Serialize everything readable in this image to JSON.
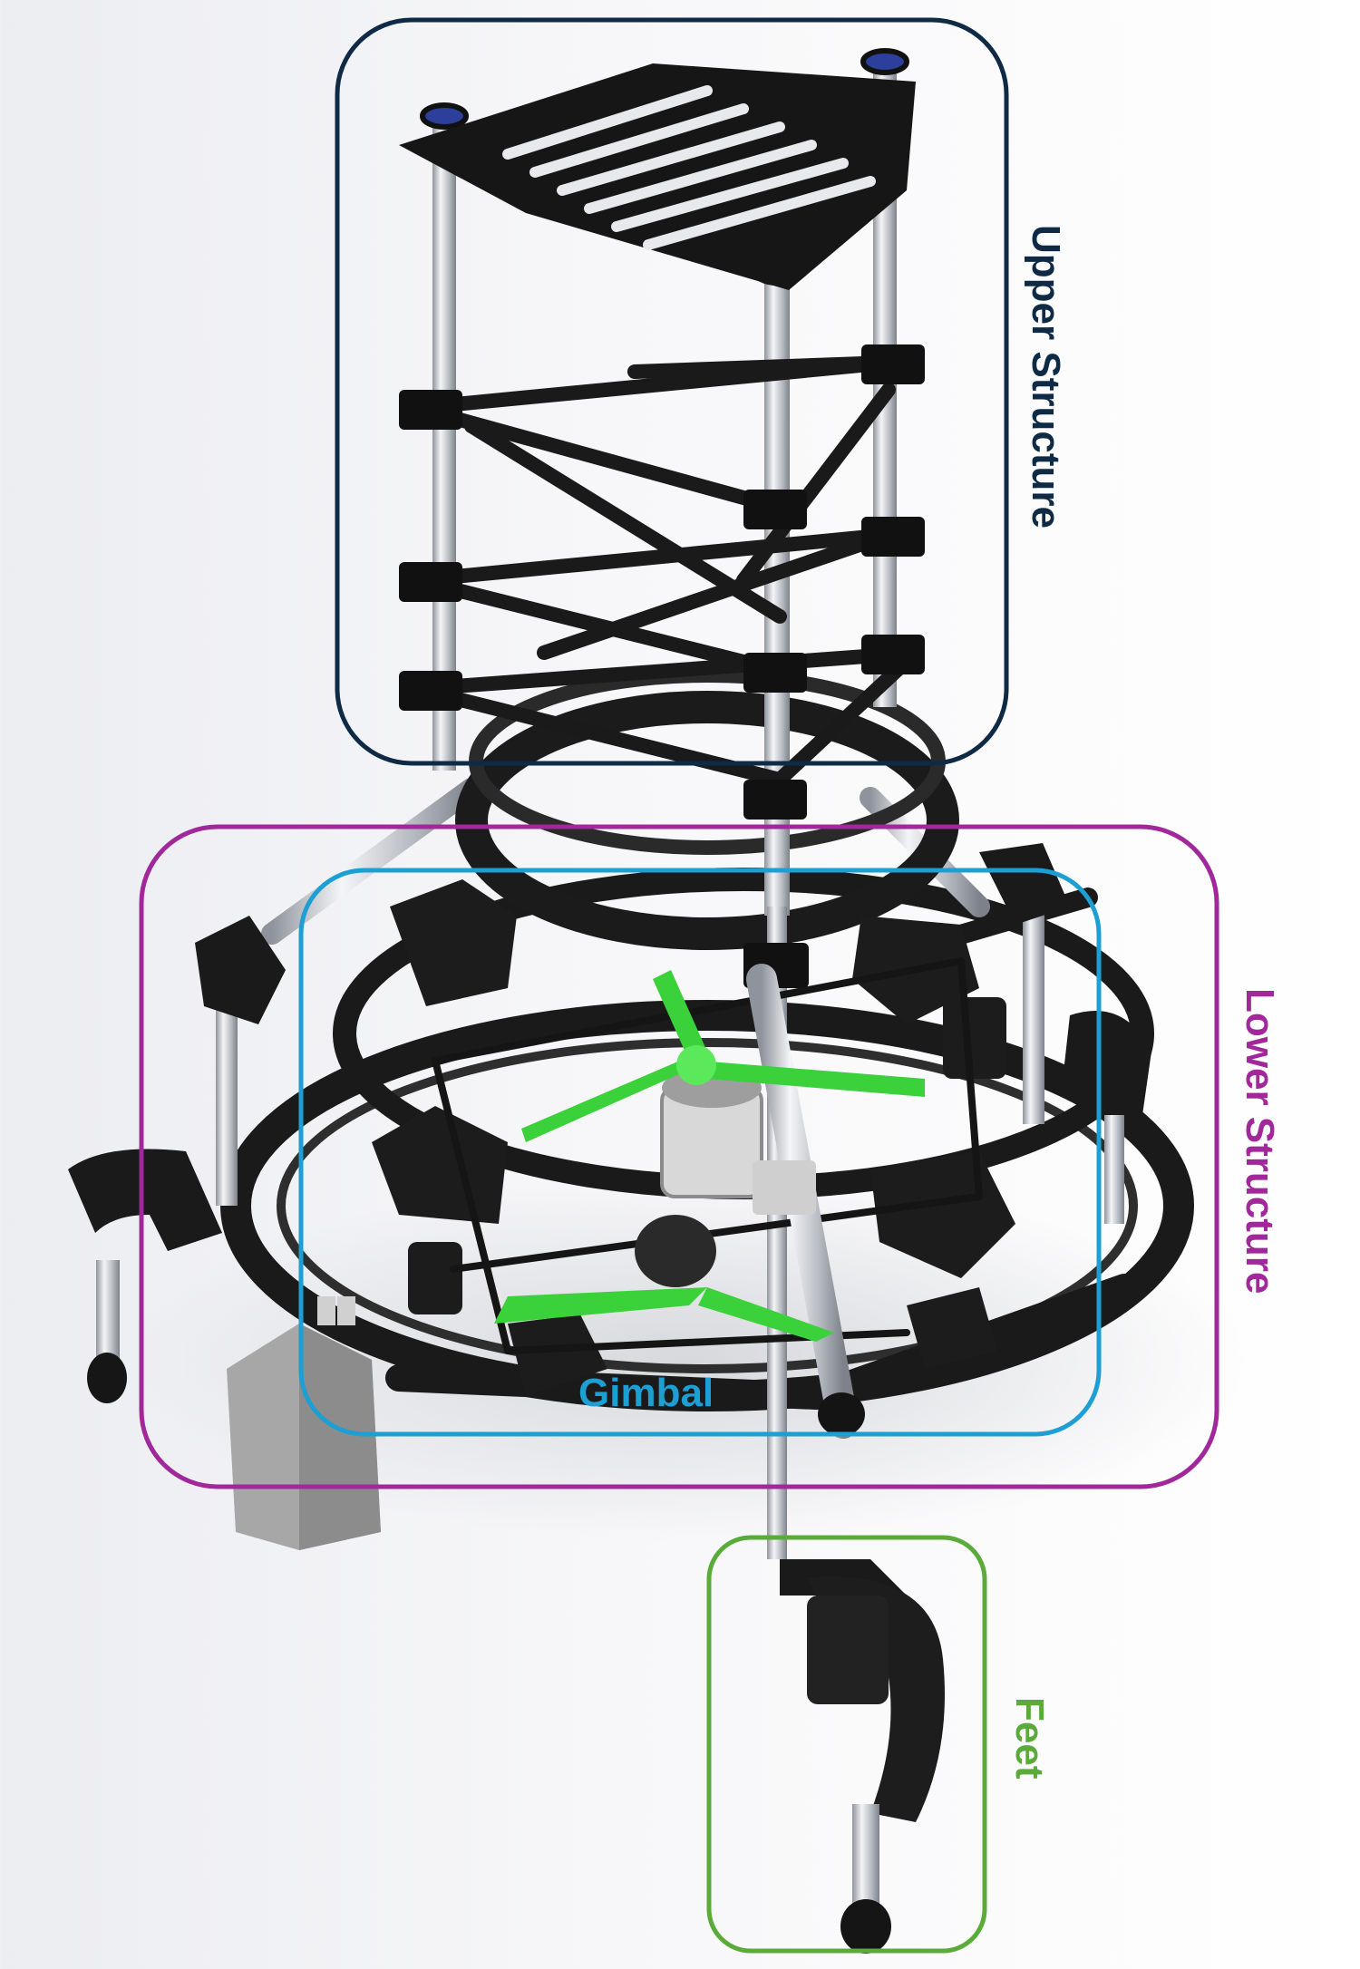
{
  "diagram": {
    "labels": {
      "upper": "Upper Structure",
      "lower": "Lower Structure",
      "gimbal": "Gimbal",
      "feet": "Feet"
    },
    "colors": {
      "upper": "#0f2a45",
      "lower": "#a0289a",
      "gimbal": "#1e9fd4",
      "feet": "#5bab3a",
      "frame": "#1a1a1a",
      "tube": "#c9ccd2",
      "propeller": "#3ad13a",
      "battery": "#a7a7a7",
      "cap": "#2b3f9b"
    }
  }
}
